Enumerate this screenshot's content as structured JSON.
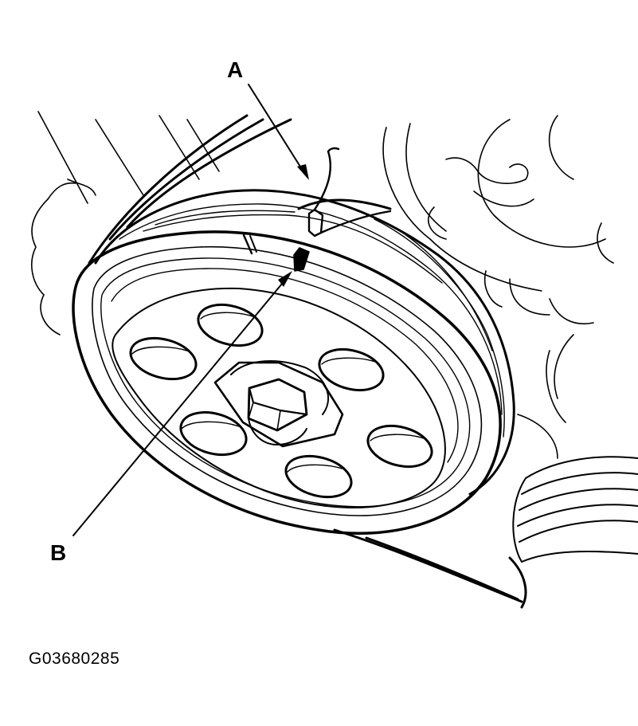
{
  "callouts": {
    "a": "A",
    "b": "B"
  },
  "figure_id": "G03680285",
  "colors": {
    "ink": "#000000",
    "paper": "#ffffff"
  }
}
